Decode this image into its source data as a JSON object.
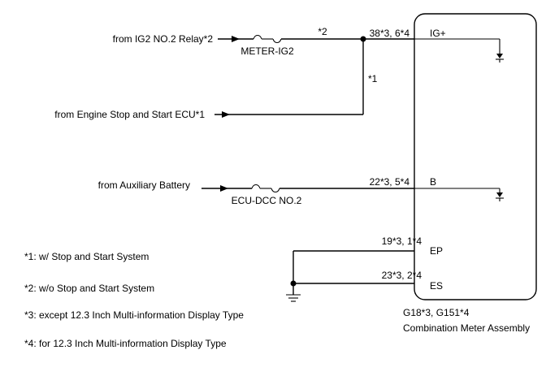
{
  "sources": {
    "ig2_relay": "from IG2 NO.2 Relay*2",
    "engine_ecu": "from Engine Stop and Start ECU*1",
    "aux_battery": "from Auxiliary Battery"
  },
  "fuses": {
    "meter_ig2": "METER-IG2",
    "ecu_dcc": "ECU-DCC NO.2"
  },
  "wire_notes": {
    "note_top": "*2",
    "note_vertical": "*1"
  },
  "pins": {
    "igplus_num": "38*3, 6*4",
    "igplus_name": "IG+",
    "b_num": "22*3, 5*4",
    "b_name": "B",
    "ep_num": "19*3, 1*4",
    "ep_name": "EP",
    "es_num": "23*3, 2*4",
    "es_name": "ES"
  },
  "component": {
    "connectors": "G18*3, G151*4",
    "name": "Combination Meter Assembly"
  },
  "notes": [
    "*1: w/ Stop and Start System",
    "*2: w/o Stop and Start System",
    "*3: except 12.3 Inch Multi-information Display Type",
    "*4: for 12.3 Inch Multi-information Display Type"
  ]
}
